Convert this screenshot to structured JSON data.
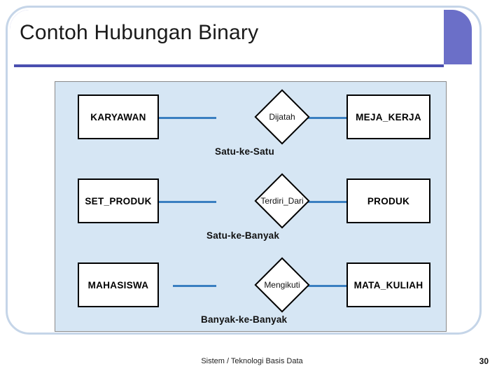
{
  "slide": {
    "title": "Contoh Hubungan Binary",
    "footer": "Sistem / Teknologi Basis Data",
    "page_number": "30",
    "colors": {
      "header_band": "#6b6fc8",
      "title_rule": "#4a4fb0",
      "panel_background": "#d6e6f4",
      "connector": "#3a7fc1",
      "frame_outline": "#c5d5e8"
    }
  },
  "diagram": {
    "rows": [
      {
        "left_entity": "KARYAWAN",
        "relationship": "Dijatah",
        "right_entity": "MEJA_KERJA",
        "cardinality": "Satu-ke-Satu",
        "left_crow": false,
        "right_crow": false
      },
      {
        "left_entity": "SET_PRODUK",
        "relationship": "Terdiri_Dari",
        "right_entity": "PRODUK",
        "cardinality": "Satu-ke-Banyak",
        "left_crow": false,
        "right_crow": true
      },
      {
        "left_entity": "MAHASISWA",
        "relationship": "Mengikuti",
        "right_entity": "MATA_KULIAH",
        "cardinality": "Banyak-ke-Banyak",
        "left_crow": true,
        "right_crow": true
      }
    ]
  }
}
